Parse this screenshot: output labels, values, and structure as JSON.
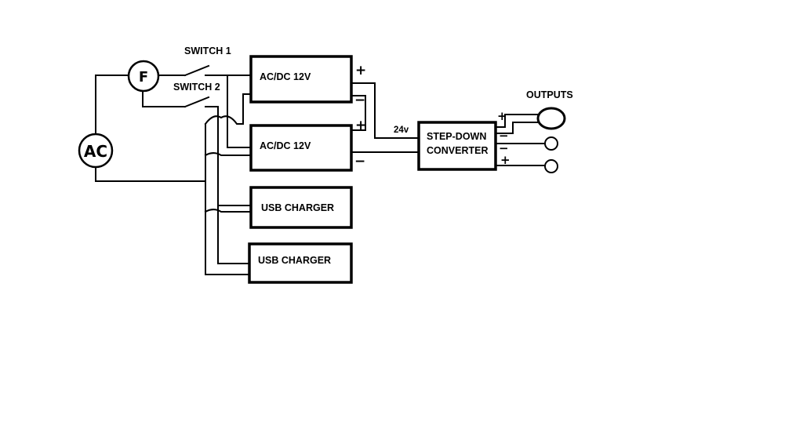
{
  "source": {
    "label": "AC"
  },
  "fuse": {
    "label": "F"
  },
  "switches": [
    {
      "label": "SWITCH 1"
    },
    {
      "label": "SWITCH 2"
    }
  ],
  "blocks": {
    "acdc_top": "AC/DC 12V",
    "acdc_bottom": "AC/DC 12V",
    "usb_top": "USB CHARGER",
    "usb_bottom": "USB CHARGER",
    "converter_line1": "STEP-DOWN",
    "converter_line2": "CONVERTER"
  },
  "labels": {
    "voltage": "24v",
    "outputs": "OUTPUTS"
  },
  "polarity": {
    "plus": "+",
    "minus": "−"
  },
  "colors": {
    "ink": "#000000",
    "background": "#ffffff"
  }
}
